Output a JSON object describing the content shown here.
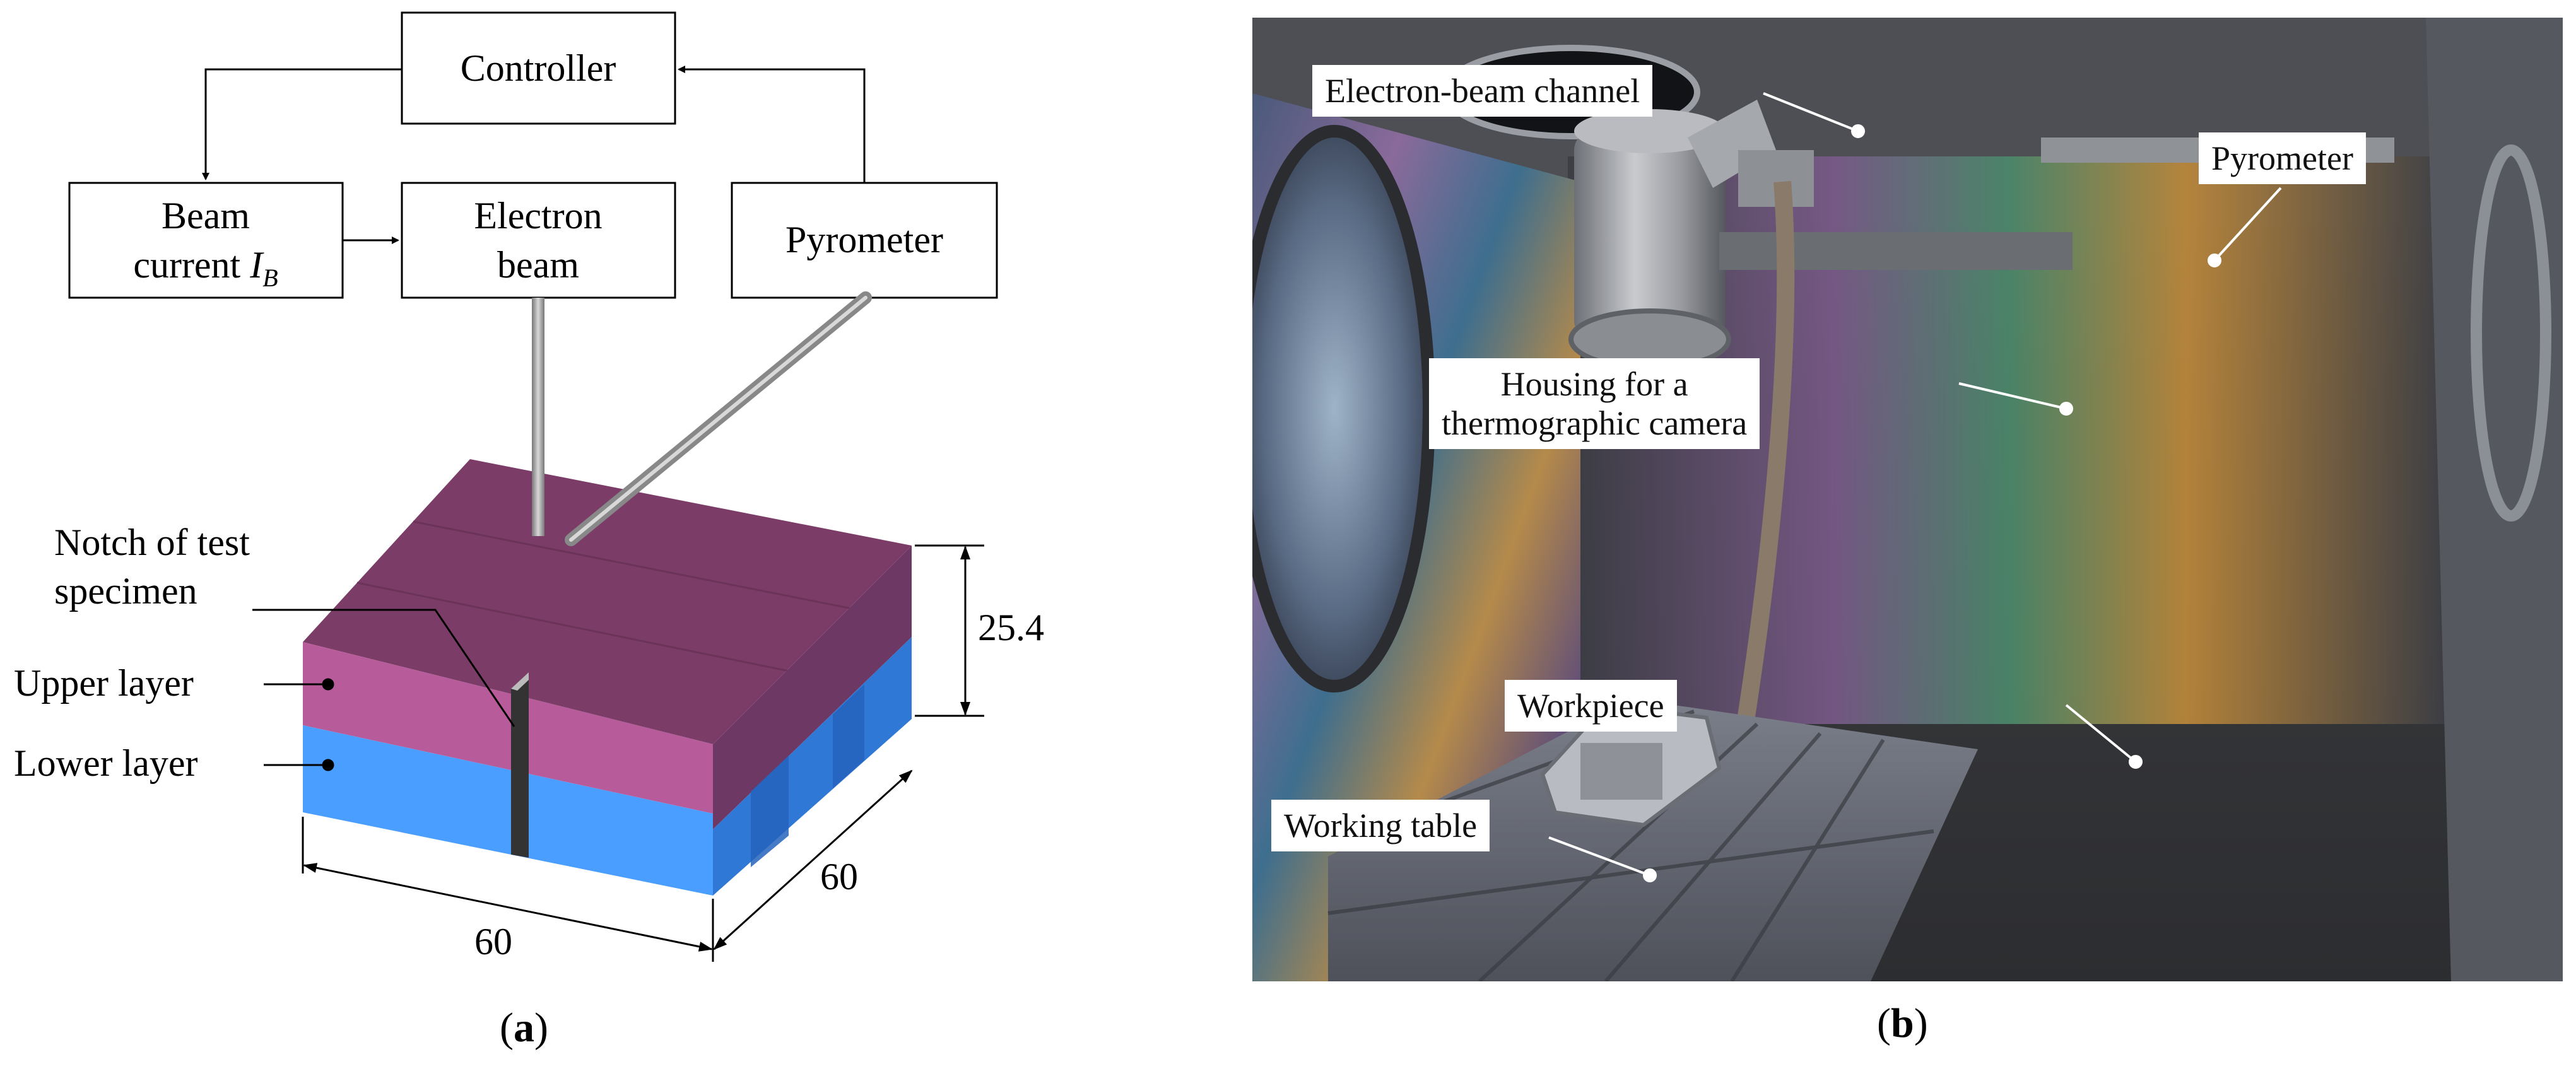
{
  "panel_a": {
    "caption_label": "a",
    "blocks": {
      "controller": "Controller",
      "beam_current_line1": "Beam",
      "beam_current_line2": "current",
      "beam_current_symbol": "I",
      "beam_current_subscript": "B",
      "electron_beam_line1": "Electron",
      "electron_beam_line2": "beam",
      "pyrometer": "Pyrometer"
    },
    "labels": {
      "notch_line1": "Notch of test",
      "notch_line2": "specimen",
      "upper_layer": "Upper layer",
      "lower_layer": "Lower layer"
    },
    "dimensions": {
      "height": "25.4",
      "depth": "60",
      "width": "60"
    },
    "colors": {
      "upper_top": "#7b3d68",
      "upper_front": "#b75b9a",
      "lower_front": "#4a9eff",
      "notch": "#333333"
    }
  },
  "panel_b": {
    "caption_label": "b",
    "callouts": {
      "electron_beam_channel": "Electron-beam channel",
      "pyrometer": "Pyrometer",
      "housing_line1": "Housing for a",
      "housing_line2": "thermographic camera",
      "workpiece": "Workpiece",
      "working_table": "Working table"
    }
  }
}
